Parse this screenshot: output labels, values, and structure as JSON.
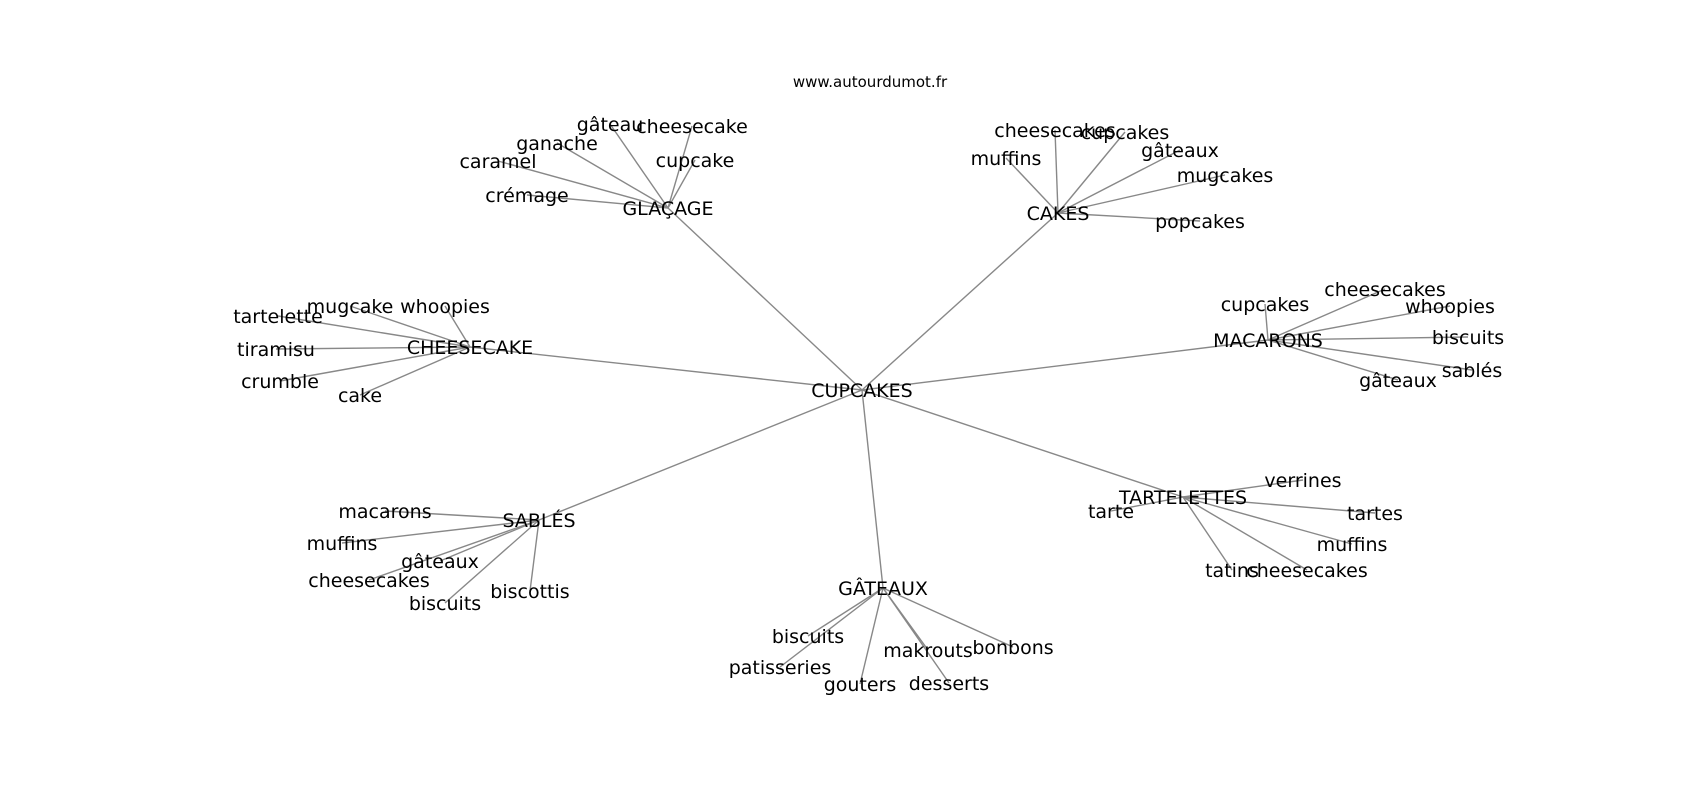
{
  "site": "www.autourdumot.fr",
  "center": "CUPCAKES",
  "clusters": [
    {
      "hub": "GLAÇAGE",
      "leaves": [
        "gâteau",
        "cheesecake",
        "ganache",
        "caramel",
        "cupcake",
        "crémage"
      ]
    },
    {
      "hub": "CAKES",
      "leaves": [
        "cheesecakes",
        "cupcakes",
        "muffins",
        "gâteaux",
        "mugcakes",
        "popcakes"
      ]
    },
    {
      "hub": "CHEESECAKE",
      "leaves": [
        "mugcake",
        "whoopies",
        "tartelette",
        "tiramisu",
        "crumble",
        "cake"
      ]
    },
    {
      "hub": "MACARONS",
      "leaves": [
        "cupcakes",
        "cheesecakes",
        "whoopies",
        "biscuits",
        "sablés",
        "gâteaux"
      ]
    },
    {
      "hub": "SABLÉS",
      "leaves": [
        "macarons",
        "muffins",
        "gâteaux",
        "cheesecakes",
        "biscuits",
        "biscottis"
      ]
    },
    {
      "hub": "GÂTEAUX",
      "leaves": [
        "biscuits",
        "patisseries",
        "gouters",
        "makrouts",
        "desserts",
        "bonbons"
      ]
    },
    {
      "hub": "TARTELETTES",
      "leaves": [
        "verrines",
        "tarte",
        "tartes",
        "muffins",
        "tatins",
        "cheesecakes"
      ]
    }
  ]
}
